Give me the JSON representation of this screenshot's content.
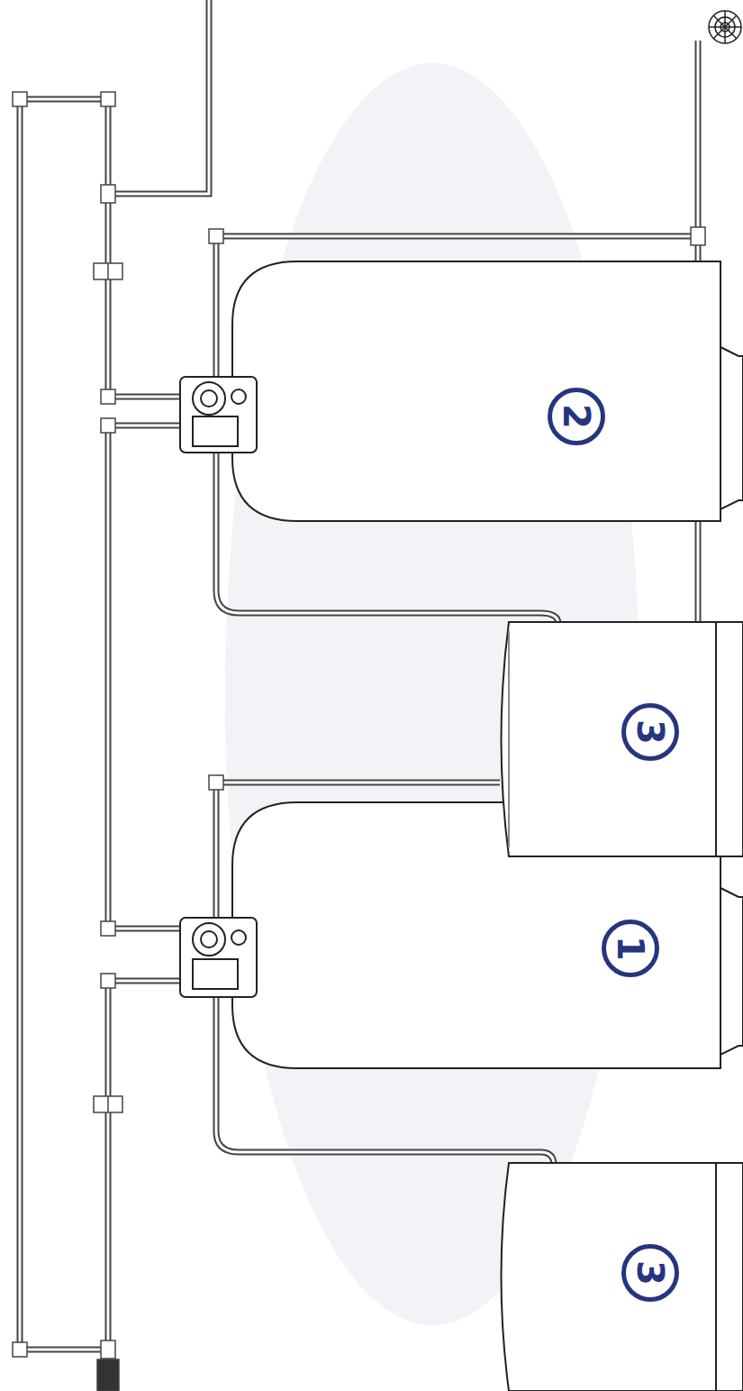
{
  "diagram": {
    "labels": [
      "2",
      "3",
      "1",
      "3"
    ]
  }
}
